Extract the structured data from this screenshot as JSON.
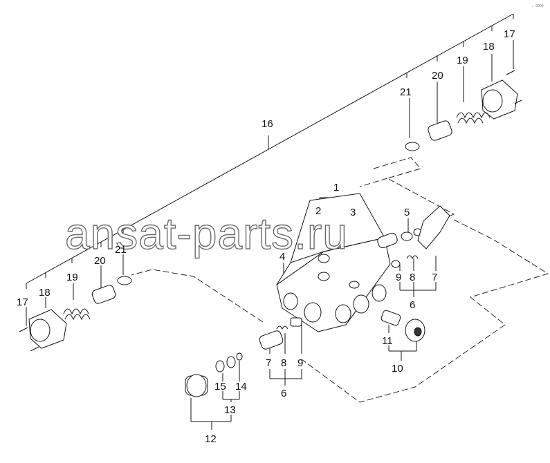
{
  "corner_mark": "← 0000",
  "watermark": "ansat-parts.ru",
  "callouts": [
    {
      "id": "c1",
      "text": "1"
    },
    {
      "id": "c2",
      "text": "2"
    },
    {
      "id": "c3",
      "text": "3"
    },
    {
      "id": "c4",
      "text": "4"
    },
    {
      "id": "c5",
      "text": "5"
    },
    {
      "id": "c6a",
      "text": "6"
    },
    {
      "id": "c6b",
      "text": "6"
    },
    {
      "id": "c7a",
      "text": "7"
    },
    {
      "id": "c7b",
      "text": "7"
    },
    {
      "id": "c8a",
      "text": "8"
    },
    {
      "id": "c8b",
      "text": "8"
    },
    {
      "id": "c9a",
      "text": "9"
    },
    {
      "id": "c9b",
      "text": "9"
    },
    {
      "id": "c10",
      "text": "10"
    },
    {
      "id": "c11",
      "text": "11"
    },
    {
      "id": "c12",
      "text": "12"
    },
    {
      "id": "c13",
      "text": "13"
    },
    {
      "id": "c14",
      "text": "14"
    },
    {
      "id": "c15",
      "text": "15"
    },
    {
      "id": "c16",
      "text": "16"
    },
    {
      "id": "c17a",
      "text": "17"
    },
    {
      "id": "c17b",
      "text": "17"
    },
    {
      "id": "c18a",
      "text": "18"
    },
    {
      "id": "c18b",
      "text": "18"
    },
    {
      "id": "c19a",
      "text": "19"
    },
    {
      "id": "c19b",
      "text": "19"
    },
    {
      "id": "c20a",
      "text": "20"
    },
    {
      "id": "c20b",
      "text": "20"
    },
    {
      "id": "c21a",
      "text": "21"
    },
    {
      "id": "c21b",
      "text": "21"
    }
  ]
}
